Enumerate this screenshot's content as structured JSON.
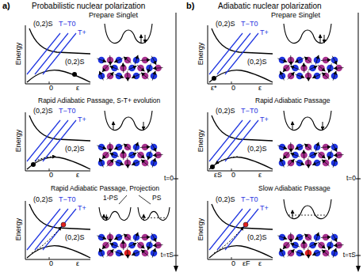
{
  "diagram": {
    "labels": [
      "a)",
      "Probabilistic nuclear polarization",
      "b)",
      "Adiabatic nuclear polarization",
      "Prepare Singlet",
      "(0,2)S",
      "T−",
      "T0",
      "T+",
      "Energy",
      "ε",
      "0",
      "(0,2)S",
      "Rapid Adiabatic Passage, S-T+ evolution",
      "(0,2)S",
      "T−",
      "T0",
      "T+",
      "Energy",
      "ε",
      "0",
      "(0,2)S",
      "Rapid Adiabatic Passage, Projection",
      "(0,2)S",
      "T−",
      "T0",
      "T+",
      "Energy",
      "ε",
      "0",
      "(0,2)S",
      "1-PS",
      "PS",
      "t=0",
      "t=τS",
      "Prepare Singlet",
      "(0,2)S",
      "T−",
      "T0",
      "T+",
      "Energy",
      "ε",
      "0",
      "(0,2)S",
      "ε*",
      "Rapid Adiabatic Passage",
      "(0,2)S",
      "T−",
      "T0",
      "T+",
      "Energy",
      "ε",
      "0",
      "(0,2)S",
      "εS",
      "Slow Adiabatic Passage",
      "(0,2)S",
      "T−",
      "T0",
      "T+",
      "Energy",
      "ε",
      "0",
      "(0,2)S",
      "εF",
      "t=0",
      "t=τS"
    ]
  }
}
